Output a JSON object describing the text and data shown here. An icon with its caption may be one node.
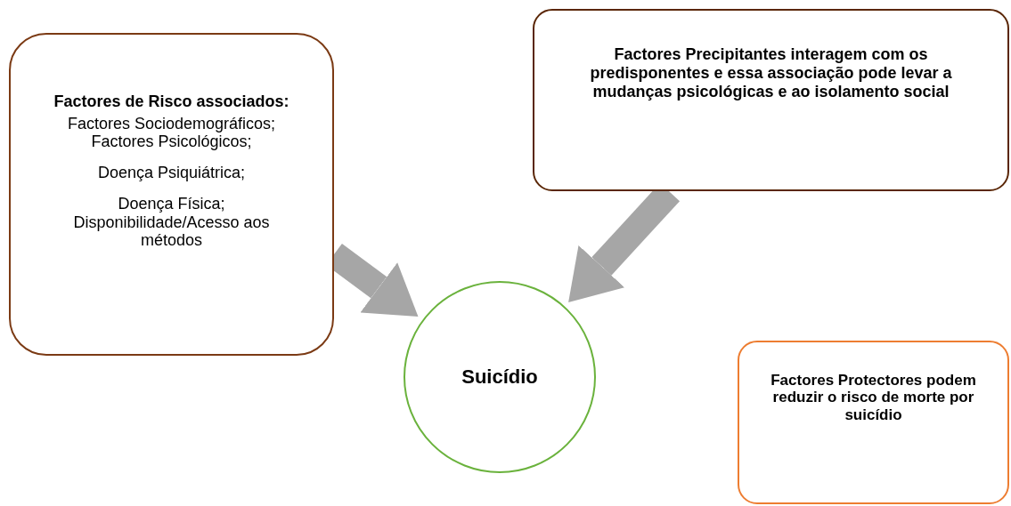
{
  "diagram": {
    "nodes": [
      {
        "text": [
          "Factores de Risco associados:",
          "Factores Sociodemográficos; Factores Psicológicos;",
          "Doença Psiquiátrica;",
          "Doença Física; Disponibilidade/Acesso aos métodos"
        ]
      },
      {
        "text": [
          "Factores Precipitantes interagem com os predisponentes e  essa associação pode levar a mudanças psicológicas e ao isolamento social"
        ]
      },
      {
        "text": [
          "Suicídio"
        ]
      },
      {
        "text": [
          "Factores Protectores podem reduzir o risco de morte por suicídio"
        ]
      }
    ],
    "edges": [
      {
        "from": 0,
        "to": 2,
        "arrow": "to"
      },
      {
        "from": 1,
        "to": 2,
        "arrow": "to"
      }
    ]
  }
}
